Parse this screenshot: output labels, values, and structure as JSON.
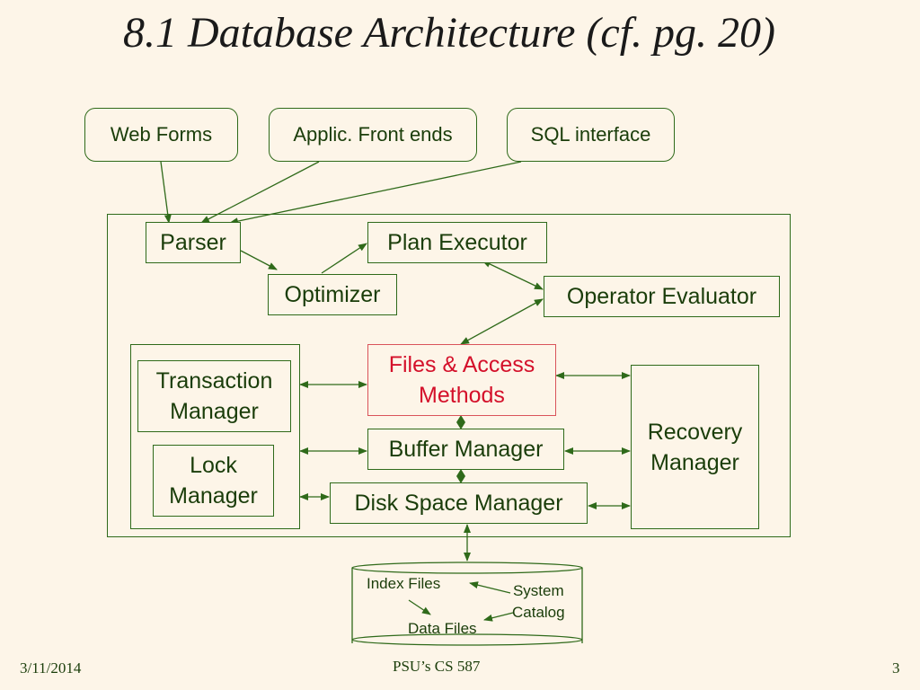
{
  "slide": {
    "title": "8.1 Database Architecture (cf. pg. 20)",
    "frontends": {
      "web_forms": "Web Forms",
      "applic_front_ends": "Applic. Front ends",
      "sql_interface": "SQL interface"
    },
    "components": {
      "parser": "Parser",
      "plan_executor": "Plan Executor",
      "optimizer": "Optimizer",
      "operator_evaluator": "Operator Evaluator",
      "files_access_methods": "Files & Access\nMethods",
      "buffer_manager": "Buffer Manager",
      "disk_space_manager": "Disk Space Manager",
      "transaction_manager": "Transaction\nManager",
      "lock_manager": "Lock\nManager",
      "recovery_manager": "Recovery\nManager"
    },
    "storage": {
      "index_files": "Index Files",
      "system_catalog": "System\nCatalog",
      "data_files": "Data Files"
    },
    "footer": {
      "date": "3/11/2014",
      "course": "PSU’s CS 587",
      "page": "3"
    },
    "colors": {
      "background": "#fdf5e8",
      "line": "#2f6a1a",
      "highlight": "#d4102a"
    }
  }
}
